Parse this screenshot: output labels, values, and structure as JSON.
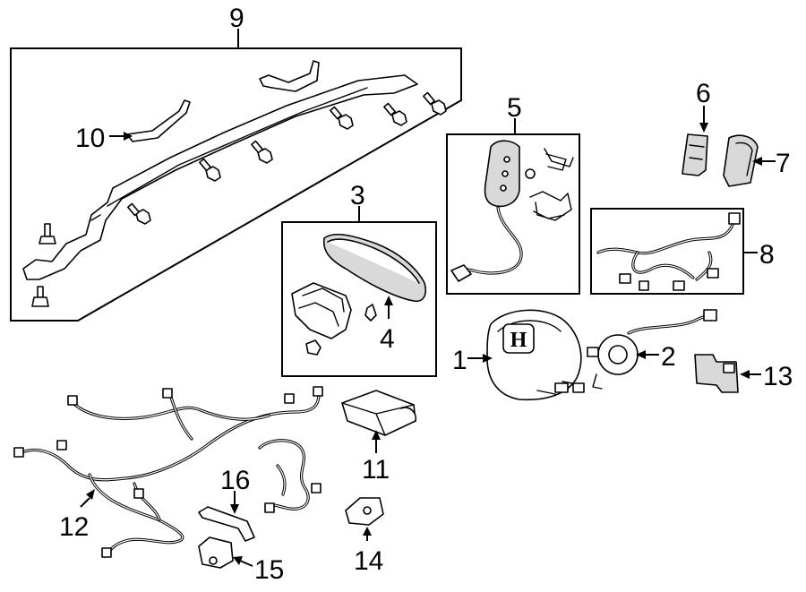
{
  "diagram": {
    "callouts": {
      "c1": "1",
      "c2": "2",
      "c3": "3",
      "c4": "4",
      "c5": "5",
      "c6": "6",
      "c7": "7",
      "c8": "8",
      "c9": "9",
      "c10": "10",
      "c11": "11",
      "c12": "12",
      "c13": "13",
      "c14": "14",
      "c15": "15",
      "c16": "16"
    },
    "badge_glyph": "H"
  }
}
